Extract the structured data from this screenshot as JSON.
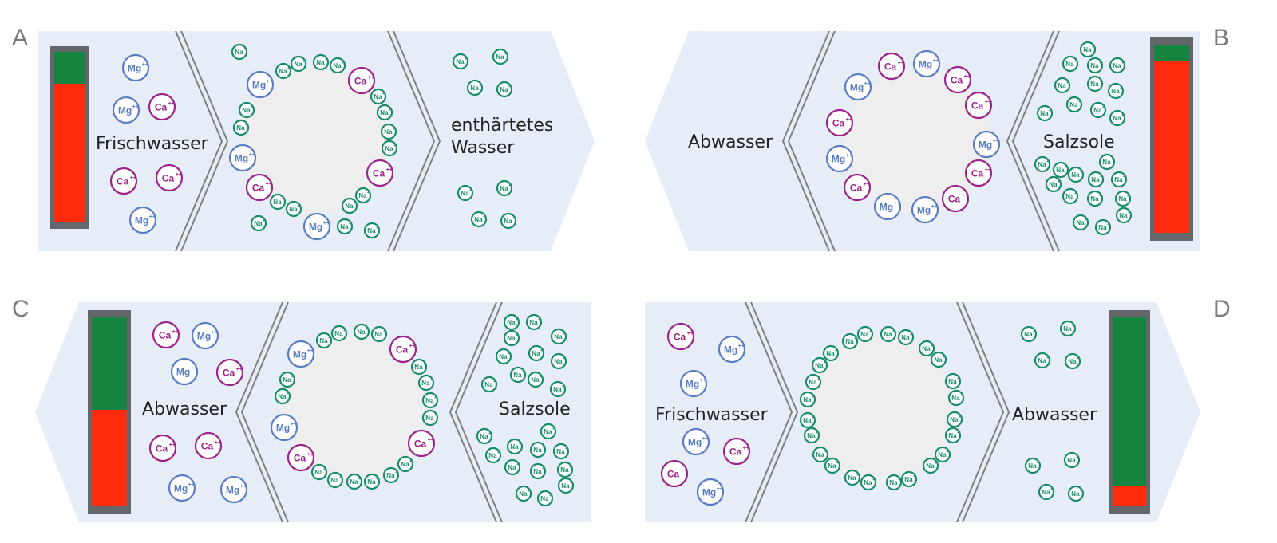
{
  "colors": {
    "panel_bg": "#e6edf7",
    "bead_fill": "#eeeeee",
    "ca": "#9c248a",
    "mg": "#5a7dc4",
    "na": "#198c6c",
    "level_green": "#148440",
    "level_red": "#fe2a0c",
    "frame": "#646669",
    "chevron": "#808080"
  },
  "ions": {
    "ca": "Ca",
    "mg": "Mg",
    "na": "Na",
    "ca_charge": "++",
    "mg_charge": "++",
    "na_charge": "+"
  },
  "panels": [
    {
      "id": "A",
      "letter": "A",
      "green_fraction": 0.19,
      "zone_left_label": "Frischwasser",
      "zone_right_label_1": "enthärtetes",
      "zone_right_label_2": "Wasser"
    },
    {
      "id": "B",
      "letter": "B",
      "green_fraction": 0.09,
      "zone_left_label": "Abwasser",
      "zone_right_label": "Salzsole"
    },
    {
      "id": "C",
      "letter": "C",
      "green_fraction": 0.49,
      "zone_left_label": "Abwasser",
      "zone_right_label": "Salzsole"
    },
    {
      "id": "D",
      "letter": "D",
      "green_fraction": 0.9,
      "zone_left_label": "Frischwasser",
      "zone_right_label": "Abwasser"
    }
  ]
}
